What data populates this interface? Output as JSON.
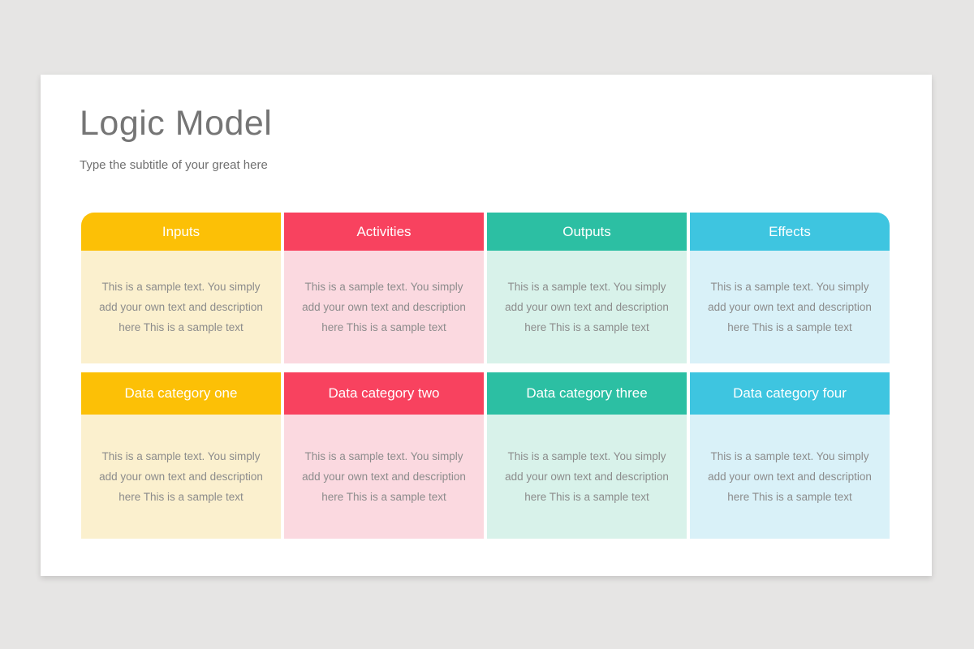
{
  "slide": {
    "title": "Logic Model",
    "subtitle": "Type the subtitle of your great here"
  },
  "colors": {
    "page_background": "#e6e5e4",
    "slide_background": "#ffffff",
    "title_text": "#757575",
    "subtitle_text": "#6f6f6f",
    "header_text": "#ffffff",
    "body_text": "#8c8c8c"
  },
  "grid": {
    "rows": [
      {
        "cards": [
          {
            "name": "inputs",
            "header": "Inputs",
            "header_color": "#fcc006",
            "body_color": "#fbf0ce",
            "body": "This is a sample text. You simply add your own text and description here This is a sample text"
          },
          {
            "name": "activities",
            "header": "Activities",
            "header_color": "#f8425f",
            "body_color": "#fbd9e0",
            "body": "This is a sample text. You simply add your own text and description here This is a sample text"
          },
          {
            "name": "outputs",
            "header": "Outputs",
            "header_color": "#2cbfa3",
            "body_color": "#d8f2ea",
            "body": "This is a sample text. You simply add your own text and description here This is a sample text"
          },
          {
            "name": "effects",
            "header": "Effects",
            "header_color": "#3ec5e0",
            "body_color": "#d9f1f8",
            "body": "This is a sample text. You simply add your own text and description here This is a sample text"
          }
        ]
      },
      {
        "cards": [
          {
            "name": "data-category-one",
            "header": "Data category one",
            "header_color": "#fcc006",
            "body_color": "#fbf0ce",
            "body": "This is a sample text. You simply add your own text and description here This is a sample text"
          },
          {
            "name": "data-category-two",
            "header": "Data category two",
            "header_color": "#f8425f",
            "body_color": "#fbd9e0",
            "body": "This is a sample text. You simply add your own text and description here This is a sample text"
          },
          {
            "name": "data-category-three",
            "header": "Data category three",
            "header_color": "#2cbfa3",
            "body_color": "#d8f2ea",
            "body": "This is a sample text. You simply add your own text and description here This is a sample text"
          },
          {
            "name": "data-category-four",
            "header": "Data category four",
            "header_color": "#3ec5e0",
            "body_color": "#d9f1f8",
            "body": "This is a sample text. You simply add your own text and description here This is a sample text"
          }
        ]
      }
    ]
  }
}
